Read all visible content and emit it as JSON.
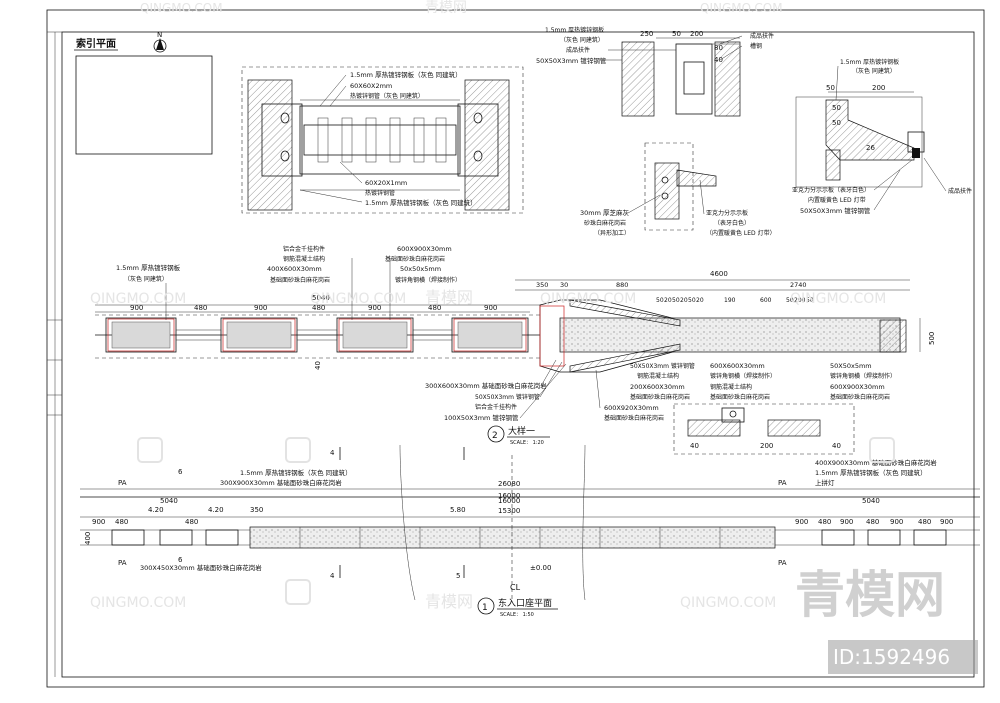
{
  "sheet": {
    "index_title": "索引平面",
    "north_label": "N"
  },
  "detail_top": {
    "labels": [
      "1.5mm 厚热镀锌钢板（灰色 同建筑）",
      "60X60X2mm",
      "热镀锌钢管（灰色 同建筑）",
      "60X20X1mm",
      "热镀锌钢管",
      "1.5mm 厚热镀锌钢板（灰色 同建筑）"
    ]
  },
  "detail_right": {
    "top_labels": [
      "1.5mm 厚热镀锌钢板",
      "（灰色 同建筑）",
      "成品扶件",
      "50X50X3mm 镀锌钢管"
    ],
    "top_dims": [
      "250",
      "50",
      "200",
      "80",
      "40"
    ],
    "right_labels": [
      "成品扶件",
      "槽钢"
    ],
    "r2_labels": [
      "1.5mm 厚热镀锌钢板",
      "（灰色 同建筑）"
    ],
    "r2_dims": [
      "50",
      "200",
      "50",
      "50",
      "26"
    ],
    "r2_bottom": [
      "亚克力分示示板（表牙白色）",
      "内置暖黄色 LED 灯带",
      "50X50X3mm 镀锌钢管"
    ],
    "r2_side": "成品扶件",
    "mid_labels": [
      "30mm 厚芝麻灰",
      "砂珠白麻花岗岩",
      "（异形加工）"
    ],
    "mid_right": [
      "亚克力分示示板",
      "（表牙白色）",
      "（内置暖黄色 LED 灯带）"
    ]
  },
  "plan_mid": {
    "left_labels": [
      "1.5mm 厚热镀锌钢板",
      "（灰色 同建筑）"
    ],
    "top_labels": [
      "铝合金千挂构件",
      "钢筋混凝土结构",
      "400X600X30mm",
      "基础面砂珠白麻花岗岩"
    ],
    "top_right": [
      "600X900X30mm",
      "基础面砂珠白麻花岗岩",
      "50x50x5mm",
      "镀锌角钢横（焊接制作）"
    ],
    "dims_top": [
      "900",
      "480",
      "900",
      "480",
      "900",
      "480",
      "900"
    ],
    "dim_5040": "5040",
    "dims_right": [
      "4600",
      "350",
      "30",
      "880",
      "2740"
    ],
    "dims_right_small": [
      "50",
      "20",
      "50",
      "20",
      "50",
      "20",
      "190",
      "600",
      "50",
      "200",
      "50"
    ],
    "dim_500": "500",
    "dim_40": "40",
    "bottom_labels_left": [
      "300X600X30mm 基础面砂珠白麻花岗岩",
      "50X50X3mm 镀锌钢管",
      "铝合金千挂构件",
      "100X50X3mm 镀锌钢管"
    ],
    "bottom_labels_mid": [
      "50X50X3mm 镀锌钢管",
      "钢筋混凝土结构",
      "200X600X30mm",
      "基础面砂珠白麻花岗岩",
      "600X920X30mm",
      "基础面砂珠白麻花岗岩"
    ],
    "bottom_labels_right": [
      "600X600X30mm",
      "镀锌角钢横（焊接制作）",
      "钢筋混凝土结构",
      "基础面砂珠白麻花岗岩"
    ],
    "bottom_labels_far": [
      "50X50x5mm",
      "镀锌角钢横（焊接制作）",
      "600X900X30mm",
      "基础面砂珠白麻花岗岩"
    ],
    "section_box_dims": [
      "40",
      "200",
      "40"
    ],
    "title": "大样一",
    "title_num": "2",
    "scale": "SCALE： 1:20"
  },
  "plan_bottom": {
    "pa": "PA",
    "cut_marks": [
      "6",
      "6",
      "4",
      "4",
      "5"
    ],
    "left_labels": [
      "1.5mm 厚热镀锌钢板（灰色 同建筑）",
      "300X900X30mm 基础面砂珠白麻花岗岩"
    ],
    "left_label_bottom": "300X450X30mm 基础面砂珠白麻花岗岩",
    "right_labels": [
      "400X900X30mm 基础面砂珠白麻花岗岩",
      "1.5mm 厚热镀锌钢板（灰色 同建筑）",
      "上拼灯"
    ],
    "dims_overall": [
      "26080",
      "16000",
      "15300",
      "5040",
      "5040"
    ],
    "dims_left": [
      "900",
      "480",
      "4.20",
      "480",
      "4.20",
      "350"
    ],
    "dims_right": [
      "900",
      "480",
      "900",
      "480",
      "900",
      "480",
      "900"
    ],
    "dim_580": "5.80",
    "dim_left_v": "400",
    "level": "±0.00",
    "centerline": "CL",
    "title": "东入口座平面",
    "title_num": "1",
    "scale": "SCALE： 1:50"
  },
  "watermark": {
    "brand": "QINGMO.COM",
    "chinese": "青模网",
    "logo": "青模网",
    "id": "ID:1592496"
  }
}
